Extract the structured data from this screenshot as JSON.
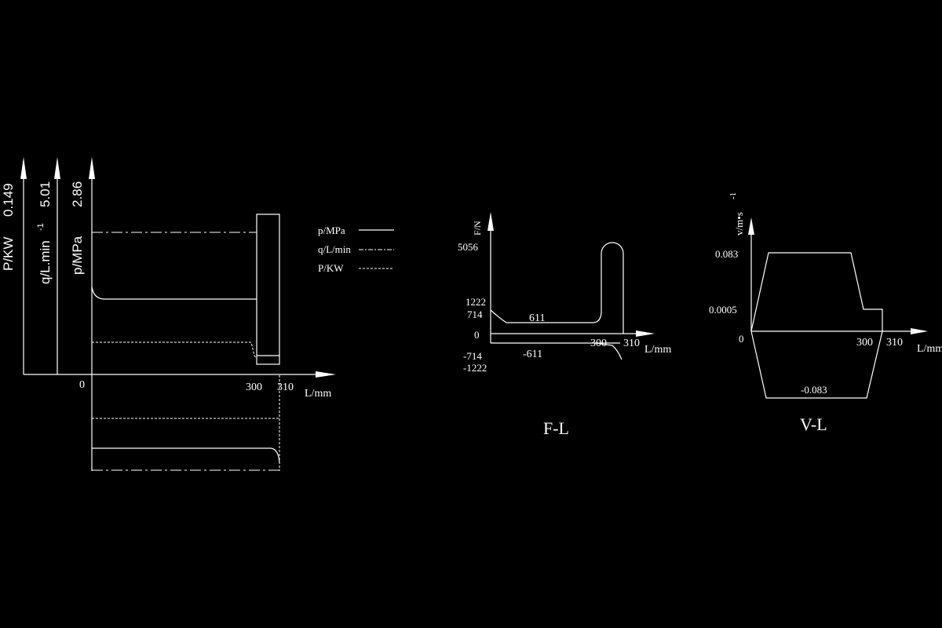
{
  "diagram1": {
    "axis_labels": {
      "power": "P/KW",
      "power_max": "0.149",
      "flow": "q/L.min",
      "flow_sup": "-1",
      "flow_max": "5.01",
      "pressure": "p/MPa",
      "pressure_max": "2.86"
    },
    "x_ticks": [
      "0",
      "300",
      "310"
    ],
    "x_axis_label": "L/mm",
    "legend": [
      {
        "label": "p/MPa",
        "style": "solid"
      },
      {
        "label": "q/L/min",
        "style": "dash-dot"
      },
      {
        "label": "P/KW",
        "style": "dashed"
      }
    ]
  },
  "diagram2": {
    "title": "F-L",
    "y_axis_label": "F/N",
    "x_axis_label": "L/mm",
    "y_ticks_pos": [
      "5056",
      "1222",
      "714"
    ],
    "zero_label": "0",
    "y_ticks_neg": [
      "-714",
      "-1222"
    ],
    "value_top": "611",
    "value_bottom": "-611",
    "x_ticks": [
      "300",
      "310"
    ]
  },
  "diagram3": {
    "title": "V-L",
    "y_axis_label": "v/m•s",
    "y_axis_sup": "-1",
    "x_axis_label": "L/mm",
    "y_ticks": [
      "0.083",
      "0.0005"
    ],
    "zero_label": "0",
    "value_bottom": "-0.083",
    "x_ticks": [
      "300",
      "310"
    ]
  }
}
